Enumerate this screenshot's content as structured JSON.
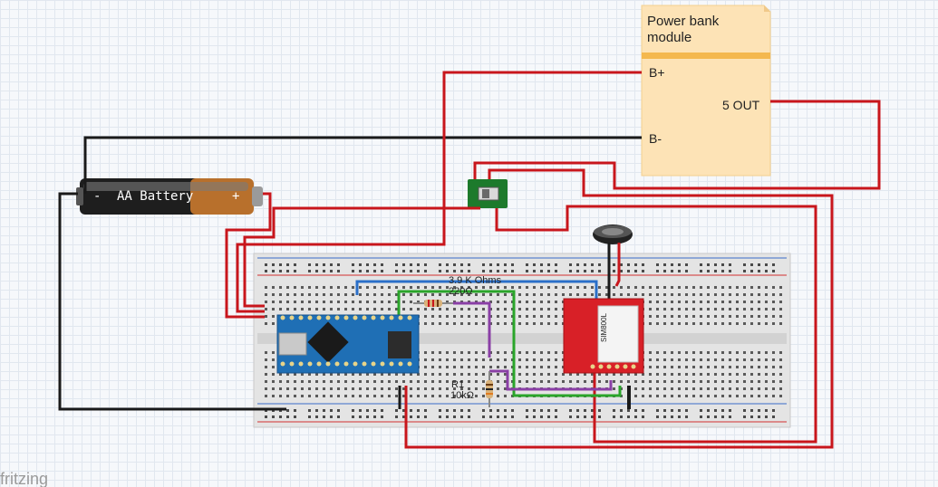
{
  "app": {
    "watermark": "fritzing"
  },
  "components": {
    "battery": {
      "label": "AA Battery",
      "minus": "-",
      "plus": "+"
    },
    "power_bank": {
      "title_line1": "Power bank",
      "title_line2": "module",
      "pin_bplus": "B+",
      "pin_out": "5 OUT",
      "pin_bminus": "B-"
    },
    "resistor_1": {
      "value_label": "3.9 K Ohms",
      "value_label2": "220Ω"
    },
    "resistor_2": {
      "name": "R1",
      "value": "10kΩ"
    },
    "gsm_module": {
      "label": "SIM800L"
    }
  },
  "colors": {
    "wire_red": "#c8161c",
    "wire_black": "#1a1a1a",
    "wire_blue": "#2a6fc9",
    "wire_green": "#2aa52a",
    "wire_purple": "#8a3fa6",
    "nano_board": "#1f6fb5",
    "sim_board": "#d82027",
    "breadboard": "#e6e6e6"
  }
}
